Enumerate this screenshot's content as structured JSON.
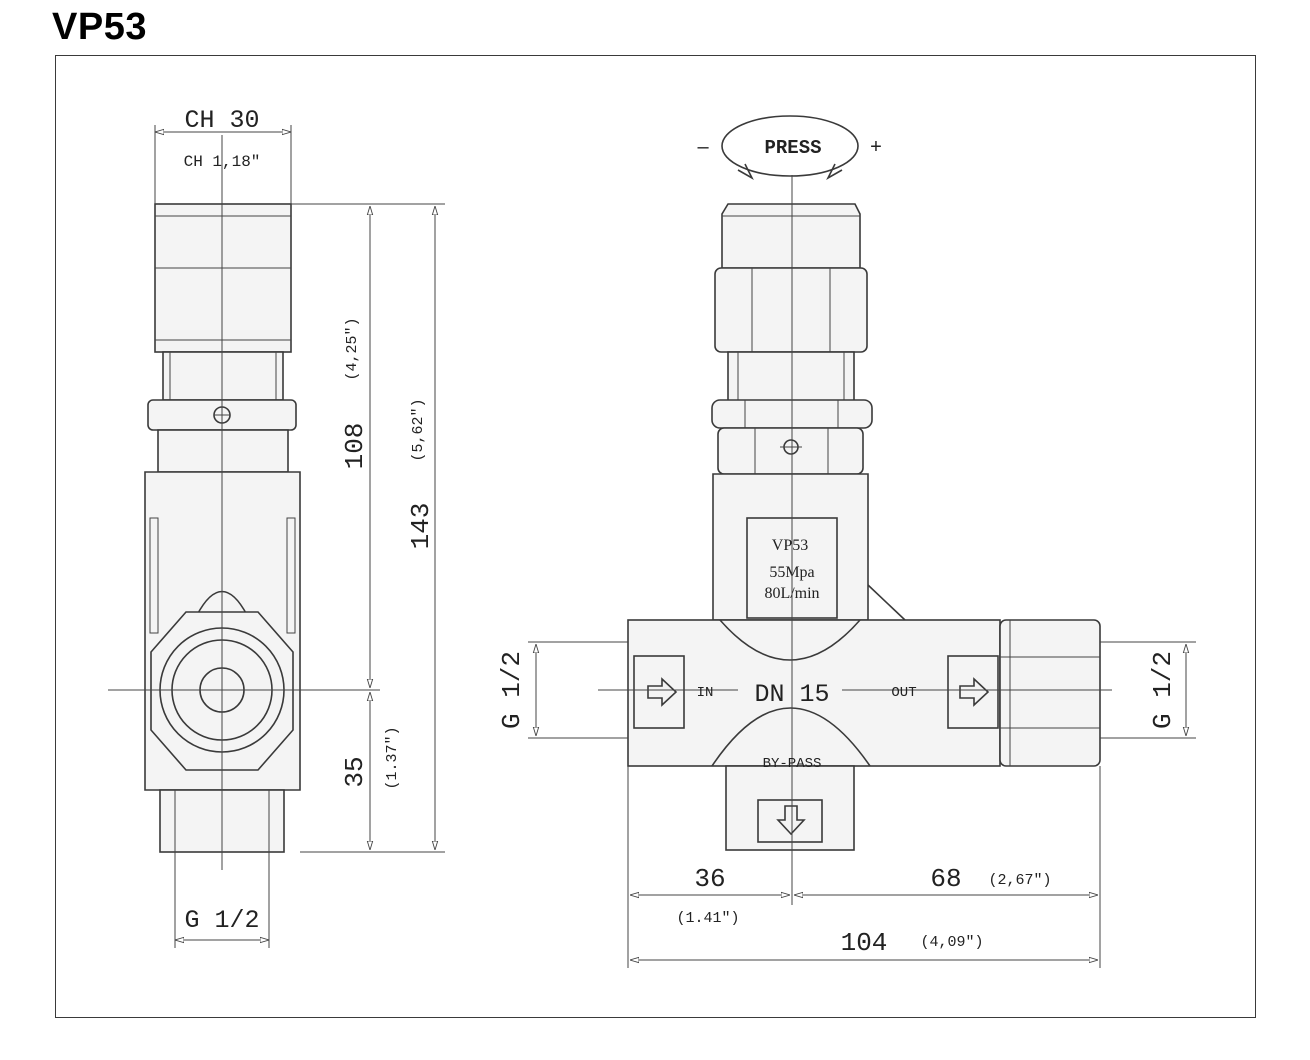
{
  "title": "VP53",
  "side_view": {
    "wrench_size": "CH 30",
    "wrench_size_inch": "CH 1,18\"",
    "height_inlet": "108",
    "height_inlet_inch": "(4,25\")",
    "height_total": "143",
    "height_total_inch": "(5,62\")",
    "height_lower": "35",
    "height_lower_inch": "(1.37\")",
    "bottom_thread": "G 1/2"
  },
  "front_view": {
    "adjust_label": "PRESS",
    "minus_sign": "–",
    "plus_sign": "+",
    "plate_model": "VP53",
    "plate_pressure": "55Mpa",
    "plate_flow": "80L/min",
    "inlet_label": "IN",
    "nominal_diameter": "DN 15",
    "outlet_label": "OUT",
    "bypass_label": "BY-PASS",
    "left_thread": "G 1/2",
    "right_thread": "G 1/2",
    "dim_left": "36",
    "dim_left_inch": "(1.41\")",
    "dim_right": "68",
    "dim_right_inch": "(2,67\")",
    "dim_total": "104",
    "dim_total_inch": "(4,09\")"
  }
}
